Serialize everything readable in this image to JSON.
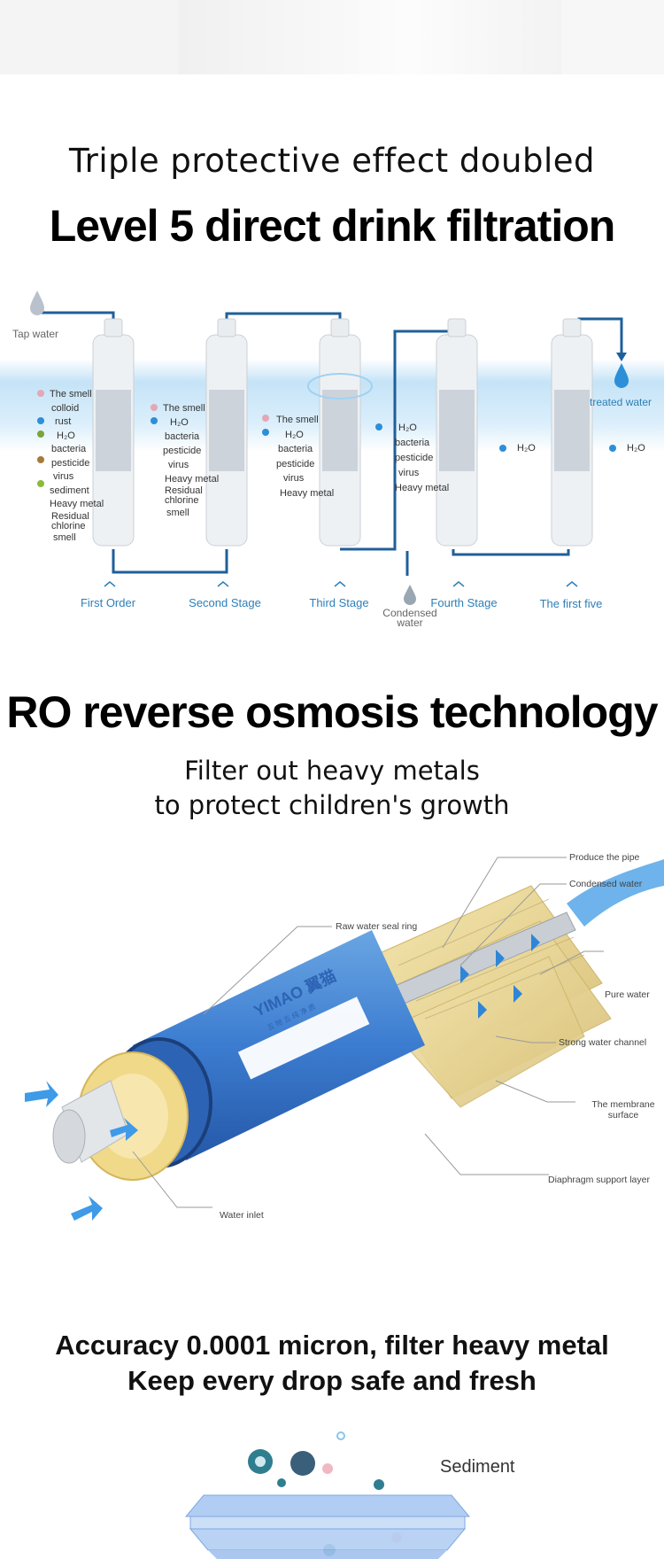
{
  "header": {
    "subtitle": "Triple protective effect doubled",
    "title": "Level 5 direct drink filtration"
  },
  "filtration": {
    "tap_water": "Tap water",
    "treated_water": "treated water",
    "condensed_water_line1": "Condensed",
    "condensed_water_line2": "water",
    "stages": [
      "First Order",
      "Second Stage",
      "Third Stage",
      "Fourth Stage",
      "The first five"
    ],
    "stage1_items": [
      "The smell",
      "colloid",
      "rust",
      "H₂O",
      "bacteria",
      "pesticide",
      "virus",
      "sediment",
      "Heavy metal",
      "Residual",
      "chlorine",
      "smell"
    ],
    "stage2_items": [
      "The smell",
      "H₂O",
      "bacteria",
      "pesticide",
      "virus",
      "Heavy metal",
      "Residual",
      "chlorine",
      "smell"
    ],
    "stage3_items": [
      "The smell",
      "H₂O",
      "bacteria",
      "pesticide",
      "virus",
      "Heavy metal"
    ],
    "stage4_items": [
      "H₂O",
      "bacteria",
      "pesticide",
      "virus",
      "Heavy metal"
    ],
    "stage5_h2o_a": "H₂O",
    "stage5_h2o_b": "H₂O",
    "colors": {
      "accent": "#2c7fb8",
      "pipe": "#1f5f99",
      "water": "#8cc8ee"
    }
  },
  "ro": {
    "title": "RO reverse osmosis technology",
    "line1": "Filter out heavy metals",
    "line2": "to protect children's growth",
    "labels": {
      "produce_pipe": "Produce the pipe",
      "condensed_water": "Condensed water",
      "raw_seal": "Raw water seal ring",
      "pure_water": "Pure water",
      "strong_channel": "Strong water channel",
      "membrane_surface_1": "The membrane",
      "membrane_surface_2": "surface",
      "diaphragm": "Diaphragm support layer",
      "water_inlet": "Water inlet"
    },
    "brand": "YIMAO 翼猫",
    "brand_sub": "五 物 五 纯 净 质"
  },
  "accuracy": {
    "line1": "Accuracy 0.0001 micron, filter heavy metal",
    "line2": "Keep every drop safe and fresh",
    "sediment": "Sediment"
  }
}
